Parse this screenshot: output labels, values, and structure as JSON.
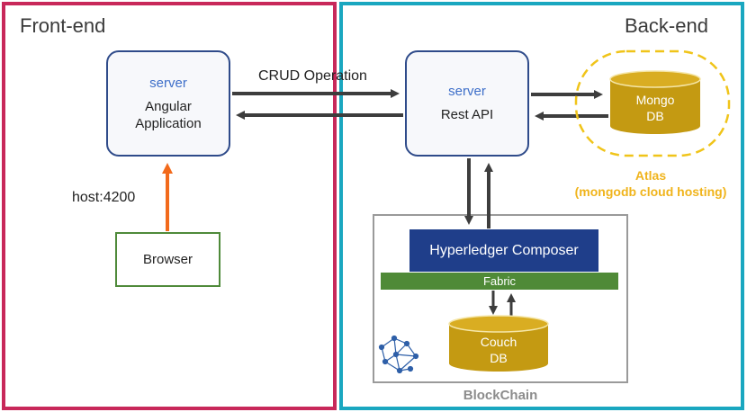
{
  "regions": {
    "frontend_title": "Front-end",
    "backend_title": "Back-end"
  },
  "frontend": {
    "server_tag": "server",
    "app_line1": "Angular",
    "app_line2": "Application",
    "host_label": "host:4200",
    "browser_label": "Browser"
  },
  "connections": {
    "crud_label": "CRUD Operation"
  },
  "backend": {
    "server_tag": "server",
    "api_label": "Rest API",
    "mongo_line1": "Mongo",
    "mongo_line2": "DB",
    "atlas_line1": "Atlas",
    "atlas_line2": "(mongodb cloud hosting)"
  },
  "blockchain": {
    "title": "BlockChain",
    "composer_label": "Hyperledger Composer",
    "fabric_label": "Fabric",
    "couch_line1": "Couch",
    "couch_line2": "DB",
    "network_icon": "network-icon"
  },
  "colors": {
    "frontend_border": "#c8285a",
    "backend_border": "#1aa7c0",
    "server_border": "#2f4b8a",
    "server_tag": "#3e6fc9",
    "browser_border": "#4f8a3a",
    "host_arrow": "#f26a1b",
    "db_fill": "#c49a12",
    "atlas_dash": "#f0c419",
    "composer_fill": "#1f3e8a",
    "fabric_fill": "#4f8a37",
    "arrow": "#3d3d3d",
    "blockchain_border": "#9a9a9a"
  }
}
